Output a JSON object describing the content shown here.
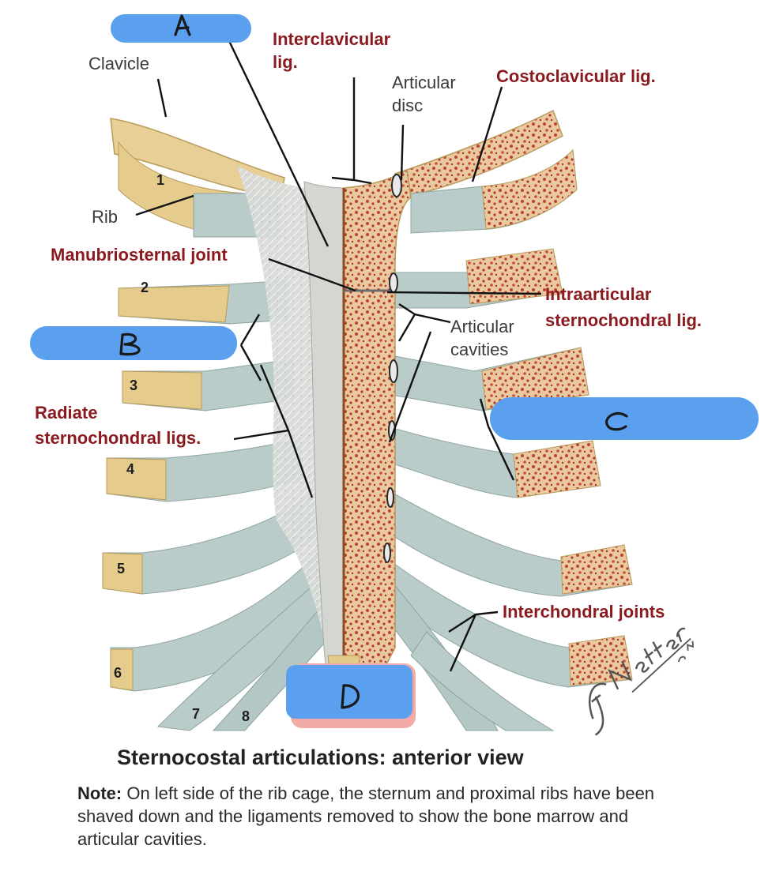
{
  "labels": {
    "clavicle": "Clavicle",
    "rib": "Rib",
    "interclavicular_1": "Interclavicular",
    "interclavicular_2": "lig.",
    "articular_disc_1": "Articular",
    "articular_disc_2": "disc",
    "costoclavicular": "Costoclavicular lig.",
    "manubriosternal": "Manubriosternal joint",
    "intraarticular_1": "Intraarticular",
    "intraarticular_2": "sternochondral lig.",
    "articular_cavities_1": "Articular",
    "articular_cavities_2": "cavities",
    "radiate_1": "Radiate",
    "radiate_2": "sternochondral ligs.",
    "interchondral": "Interchondral joints"
  },
  "rib_numbers": [
    "1",
    "2",
    "3",
    "4",
    "5",
    "6",
    "7",
    "8"
  ],
  "masked_labels": [
    "A",
    "B",
    "C",
    "D"
  ],
  "title": "Sternocostal articulations: anterior view",
  "note": {
    "lead": "Note:",
    "text": " On left side of the rib cage, the sternum and proximal ribs have been shaved down and the ligaments removed to show the bone marrow and articular cavities."
  },
  "signature": "F. Netter M.D.",
  "colors": {
    "mask_blue": "#5aa0ef",
    "mask_pink": "#f2aaa6",
    "bone": "#e8d39a",
    "cartilage": "#b9ccc9",
    "marrow": "#c2452d",
    "label_red": "#8b1a1f"
  }
}
